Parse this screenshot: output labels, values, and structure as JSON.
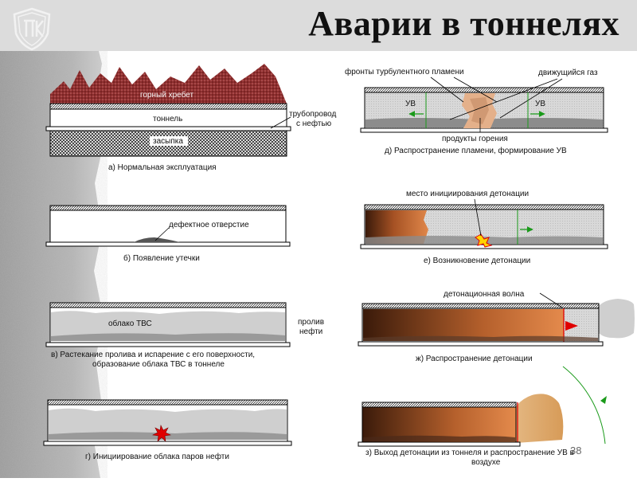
{
  "slide": {
    "title": "Аварии в тоннелях",
    "page_number": "38"
  },
  "panels": {
    "a": {
      "caption": "а) Нормальная эксплуатация",
      "labels": {
        "ridge": "горный хребет",
        "tunnel": "тоннель",
        "backfill": "засыпка",
        "pipeline_1": "трубопровод",
        "pipeline_2": "с нефтью"
      }
    },
    "b": {
      "caption": "б) Появление утечки",
      "labels": {
        "defect": "дефектное отверстие"
      }
    },
    "v": {
      "caption_1": "в) Растекание пролива и испарение с его поверхности,",
      "caption_2": "образование облака ТВС  в тоннеле",
      "labels": {
        "cloud": "облако ТВС",
        "spill_1": "пролив",
        "spill_2": "нефти"
      }
    },
    "g": {
      "caption": "г) Инициирование облака паров нефти"
    },
    "d": {
      "caption": "д) Распространение пламени, формирование УВ",
      "labels": {
        "fronts": "фронты турбулентного пламени",
        "gas": "движущийся газ",
        "uv_left": "УВ",
        "uv_right": "УВ",
        "products": "продукты горения"
      }
    },
    "e": {
      "caption": "е) Возникновение детонации",
      "labels": {
        "site": "место инициирования детонации"
      }
    },
    "zh": {
      "caption": "ж) Распространение детонации",
      "labels": {
        "wave": "детонационная волна"
      }
    },
    "z": {
      "caption_1": "з) Выход детонации из тоннеля и распространение УВ в",
      "caption_2": "воздухе"
    }
  },
  "colors": {
    "ridge_fill": "#8f2f2f",
    "flame_orange": "#d9772e",
    "flame_dark": "#5a2a10",
    "tunnel_gray": "#d0d0d0",
    "arrow_red": "#e00000",
    "arrow_green": "#1a9a1a"
  }
}
